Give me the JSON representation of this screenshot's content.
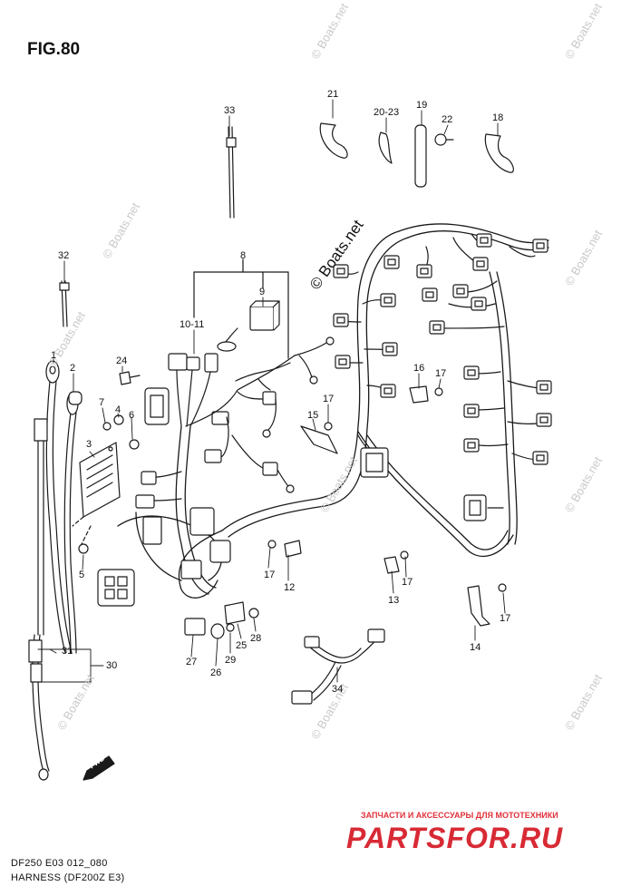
{
  "figure": {
    "title": "FIG.80"
  },
  "footer": {
    "code": "DF250 E03 012_080",
    "caption": "HARNESS (DF200Z E3)"
  },
  "watermark": {
    "main": "© Boats.net",
    "faint": "© Boats.net"
  },
  "shop": {
    "subtitle": "ЗАПЧАСТИ И АКСЕССУАРЫ ДЛЯ МОТОТЕХНИКИ",
    "logo": "PARTSFOR.RU",
    "color": "#d82a35"
  },
  "fwd_badge": "FWD",
  "callouts": {
    "c1": "1",
    "c2": "2",
    "c3": "3",
    "c4": "4",
    "c5": "5",
    "c6": "6",
    "c7": "7",
    "c8": "8",
    "c9": "9",
    "c10_11": "10-11",
    "c12": "12",
    "c13": "13",
    "c14": "14",
    "c15": "15",
    "c16": "16",
    "c17a": "17",
    "c17b": "17",
    "c17c": "17",
    "c17d": "17",
    "c17e": "17",
    "c18": "18",
    "c19": "19",
    "c20_23": "20-23",
    "c21": "21",
    "c22": "22",
    "c24": "24",
    "c25": "25",
    "c26": "26",
    "c27": "27",
    "c28": "28",
    "c29": "29",
    "c30": "30",
    "c31": "31",
    "c32": "32",
    "c33": "33",
    "c34": "34"
  }
}
